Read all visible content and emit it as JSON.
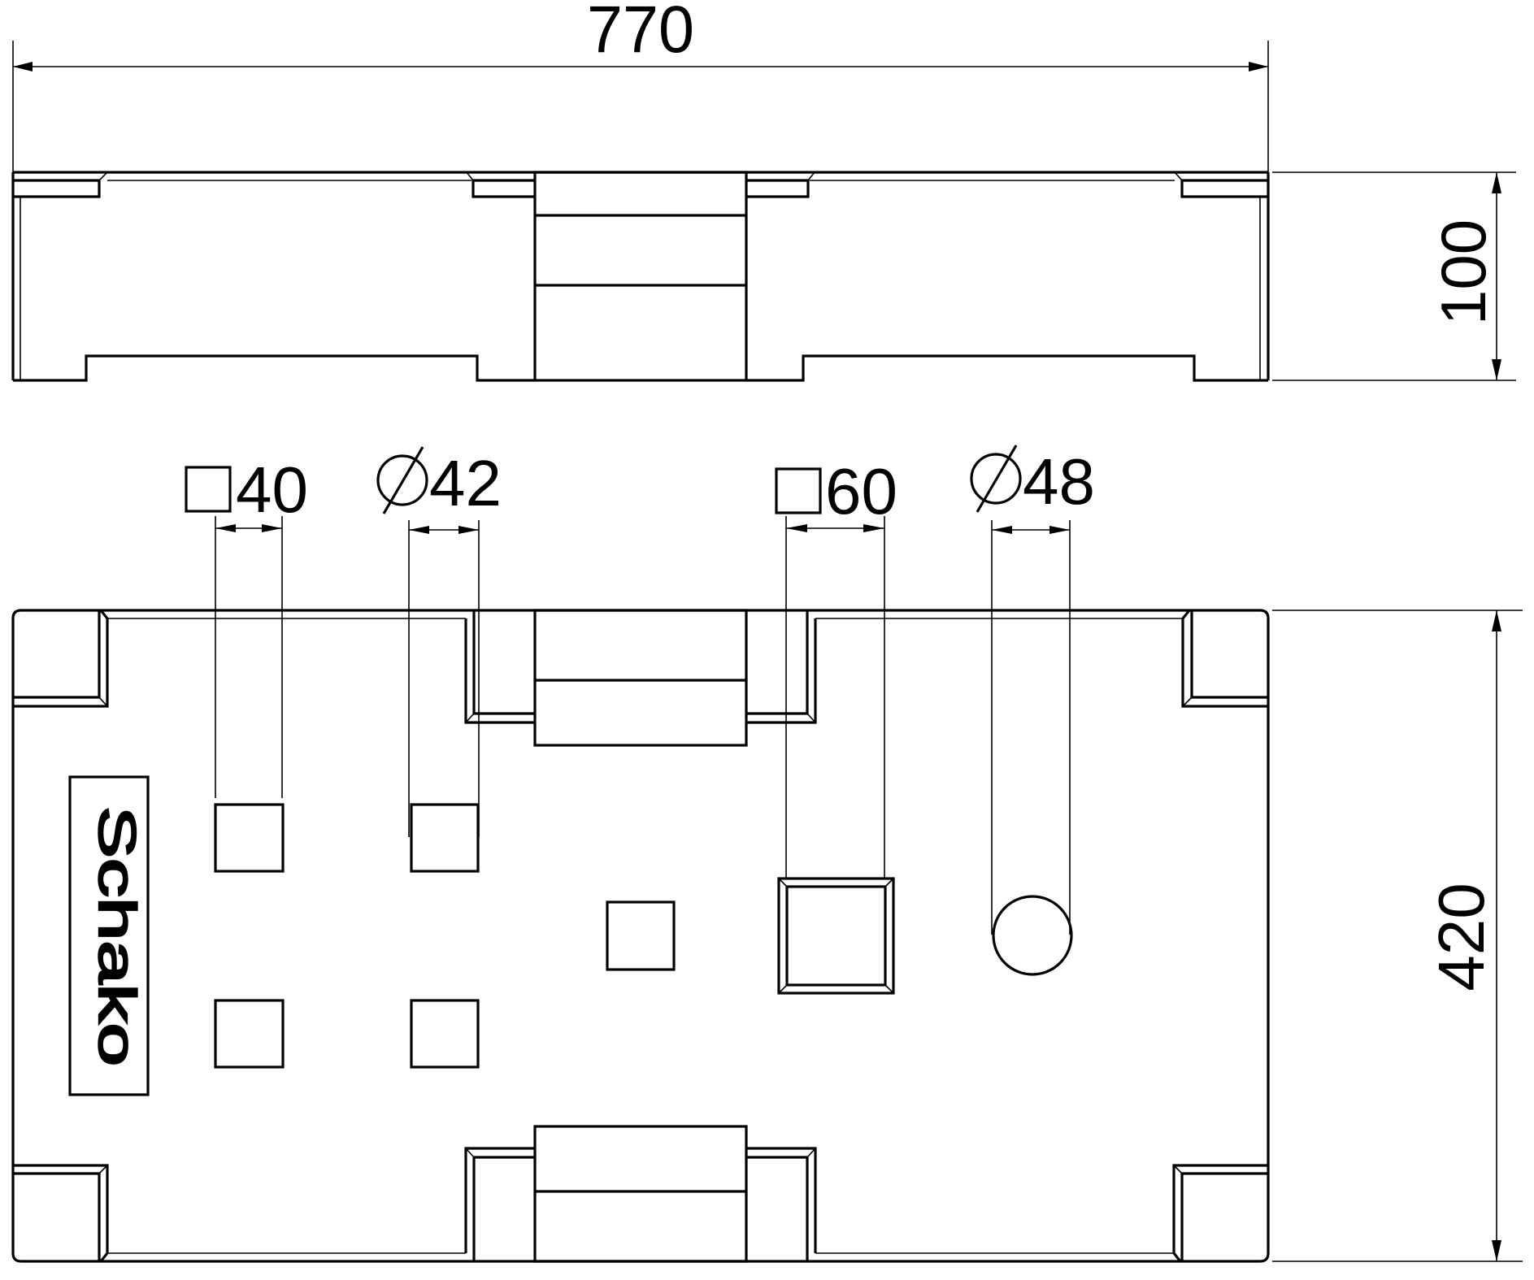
{
  "drawing": {
    "side_view": {
      "width_dimension": "770",
      "height_dimension": "100"
    },
    "plan_view": {
      "depth_dimension": "420",
      "logo_text": "Schako",
      "callouts": [
        {
          "symbol": "□",
          "value": "40",
          "label": "□40",
          "shape": "square"
        },
        {
          "symbol": "Ø",
          "value": "42",
          "label": "Ø42",
          "shape": "round"
        },
        {
          "symbol": "□",
          "value": "60",
          "label": "□60",
          "shape": "square"
        },
        {
          "symbol": "Ø",
          "value": "48",
          "label": "Ø48",
          "shape": "round"
        }
      ]
    }
  }
}
